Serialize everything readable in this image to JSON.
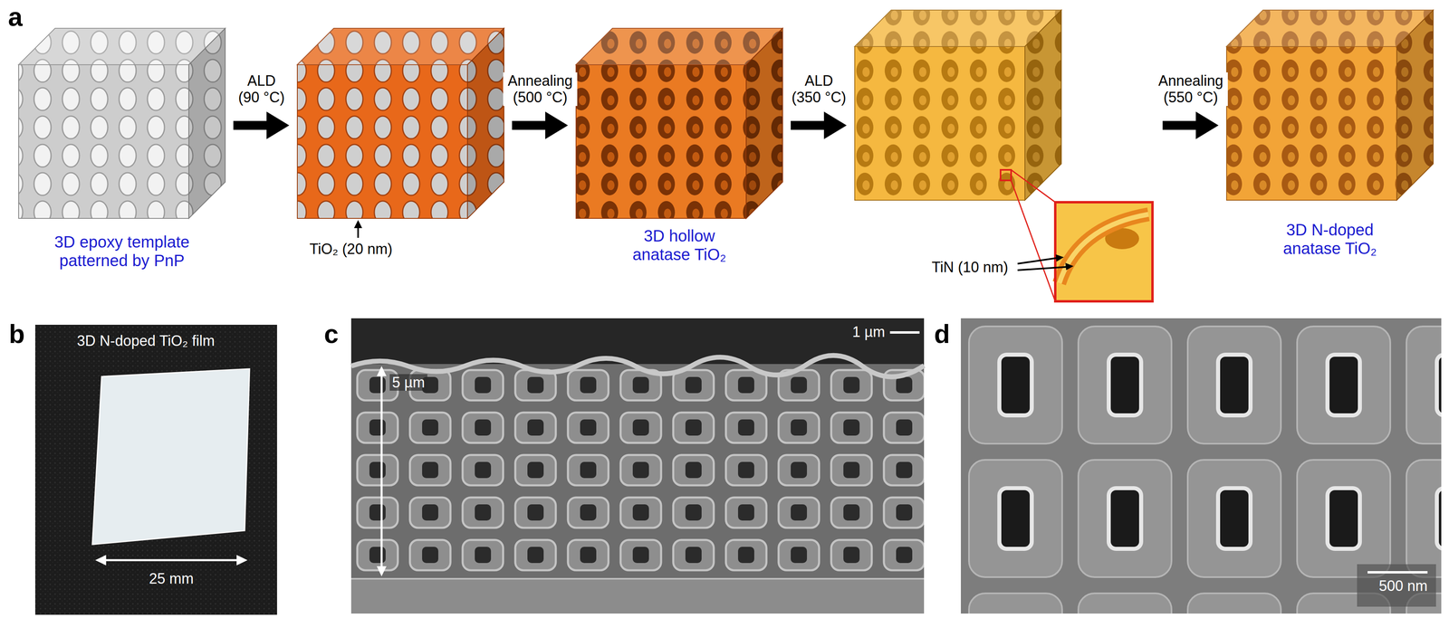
{
  "diagram": {
    "nodes": [
      {
        "text": [
          "3D epoxy template patterned by PnP"
        ]
      },
      {
        "text": [
          "TiO₂ (20 nm)"
        ]
      },
      {
        "text": [
          "3D hollow anatase TiO₂"
        ]
      },
      {
        "text": [
          "TiN (10 nm)"
        ]
      },
      {
        "text": [
          "3D N-doped anatase TiO₂"
        ]
      }
    ],
    "edges": [
      {
        "from": 0,
        "to": 1,
        "arrow": "to",
        "label": "ALD (90 °C)"
      },
      {
        "from": 1,
        "to": 2,
        "arrow": "to",
        "label": "Annealing (500 °C)"
      },
      {
        "from": 2,
        "to": 3,
        "arrow": "to",
        "label": "ALD (350 °C)"
      },
      {
        "from": 3,
        "to": 4,
        "arrow": "to",
        "label": "Annealing (550 °C)"
      }
    ],
    "labels": [
      "a",
      "b",
      "c",
      "d",
      "3D N-doped TiO₂ film",
      "25 mm",
      "1 µm",
      "5 µm",
      "500 nm"
    ]
  }
}
